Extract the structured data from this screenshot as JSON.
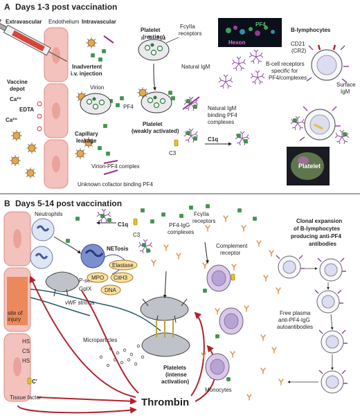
{
  "panel_a": {
    "letter": "A",
    "title": "Days 1-3 post vaccination",
    "labels": {
      "extravascular": "Extravascular",
      "endothelium": "Endothelium",
      "intravascular": "Intravascular",
      "inadvertent": "Inadvertent",
      "iv_injection": "i.v. injection",
      "vaccine": "Vaccine",
      "depot": "depot",
      "ca1": "Ca²⁺",
      "ca2": "Ca²⁺",
      "edta": "EDTA",
      "virion": "Virion",
      "pf4": "PF4",
      "capillary": "Capillary",
      "leakage": "leakage",
      "virion_pf4": "Virion-PF4 complex",
      "unknown_cofactor": "Unknown cofactor binding PF4",
      "platelet_resting_1": "Platelet",
      "platelet_resting_2": "(resting)",
      "fcgr_1": "FcγIIa",
      "fcgr_2": "receptors",
      "micro_pf4": "PF4",
      "micro_hexon": "Hexon",
      "natural_igm": "Natural IgM",
      "platelet_weak_1": "Platelet",
      "platelet_weak_2": "(weakly activated)",
      "igm_binding_1": "Natural IgM",
      "igm_binding_2": "binding PF4",
      "igm_binding_3": "complexes",
      "c1q": "C1q",
      "c3": "C3",
      "b_lymph": "B-lymphocytes",
      "cd21_1": "CD21",
      "cd21_2": "(CR2)",
      "bcr_1": "B-cell receptors",
      "bcr_2": "specific for",
      "bcr_3": "PF4/complexes",
      "surface_1": "Surface",
      "surface_2": "IgM",
      "micro_platelet": "Platelet"
    }
  },
  "panel_b": {
    "letter": "B",
    "title": "Days 5-14 post vaccination",
    "labels": {
      "neutrophils": "Neutrophils",
      "c1q": "C1q",
      "c3": "C3",
      "netosis": "NETosis",
      "elastase": "Elastase",
      "mpo": "MPO",
      "cith3": "CitH3",
      "dna": "DNA",
      "pselectin": "P-selectin",
      "gp1x": "GpIX",
      "site_1": "site of",
      "site_2": "injury",
      "vwf": "vWF strings",
      "hs1": "HS",
      "cs": "CS",
      "hs2": "HS",
      "c_prime": "C'",
      "tissue_factor": "Tissue factor",
      "pf4igg_1": "PF4-IgG",
      "pf4igg_2": "complexes",
      "fcgr_1": "FcγIIa",
      "fcgr_2": "receptors",
      "complement_1": "Complement",
      "complement_2": "receptor",
      "microparticles": "Microparticles",
      "platelets_1": "Platelets",
      "platelets_2": "(intense",
      "platelets_3": "activation)",
      "thrombin": "Thrombin",
      "monocytes": "Monocytes",
      "clonal_1": "Clonal expansion",
      "clonal_2": "of B-lymphocytes",
      "clonal_3": "producing anti-PF4",
      "clonal_4": "antibodies",
      "free_1": "Free plasma",
      "free_2": "anti-PF4-IgG",
      "free_3": "autoantibodies"
    }
  },
  "colors": {
    "endothelium": "#f4c2bc",
    "endothelium_stroke": "#d98b84",
    "pf4": "#3a9a45",
    "thrombin_arrow": "#b3202d",
    "antibody": "#e0883a",
    "igm": "#8a4a9a",
    "virion": "#e2a84d"
  }
}
